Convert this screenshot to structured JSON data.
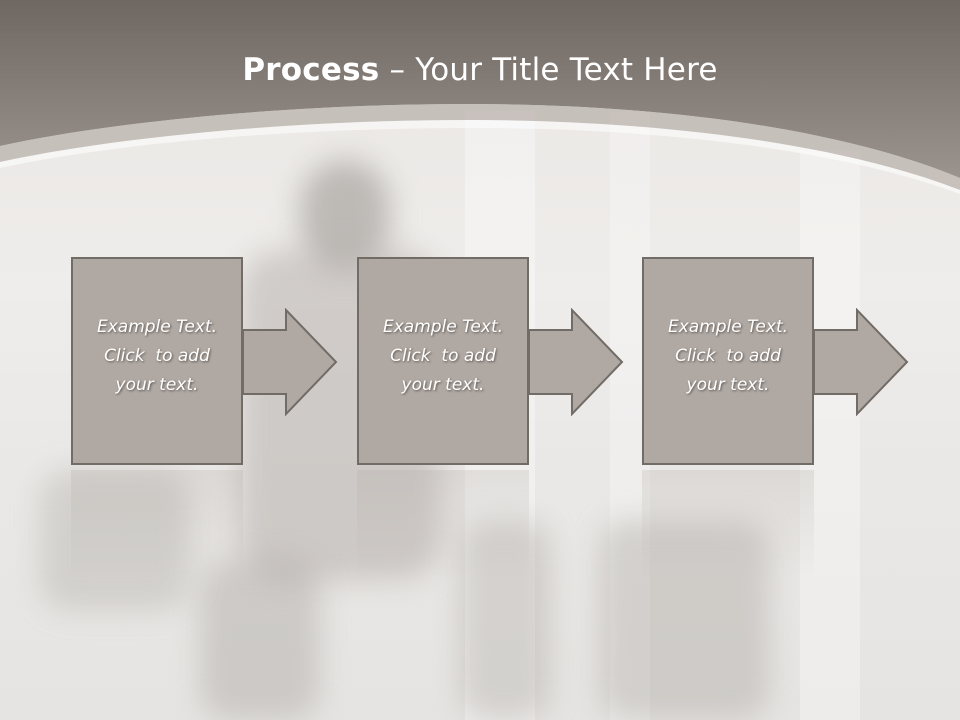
{
  "slide": {
    "title_bold": "Process",
    "title_rest": " – Your Title Text Here"
  },
  "process_steps": [
    {
      "line1": "Example Text.",
      "line2": "Click  to add",
      "line3": "your text."
    },
    {
      "line1": "Example Text.",
      "line2": "Click  to add",
      "line3": "your text."
    },
    {
      "line1": "Example Text.",
      "line2": "Click  to add",
      "line3": "your text."
    }
  ],
  "colors": {
    "header": "#8e8680",
    "box_fill": "#b0a9a3",
    "box_border": "#726c67",
    "text": "#ffffff"
  }
}
